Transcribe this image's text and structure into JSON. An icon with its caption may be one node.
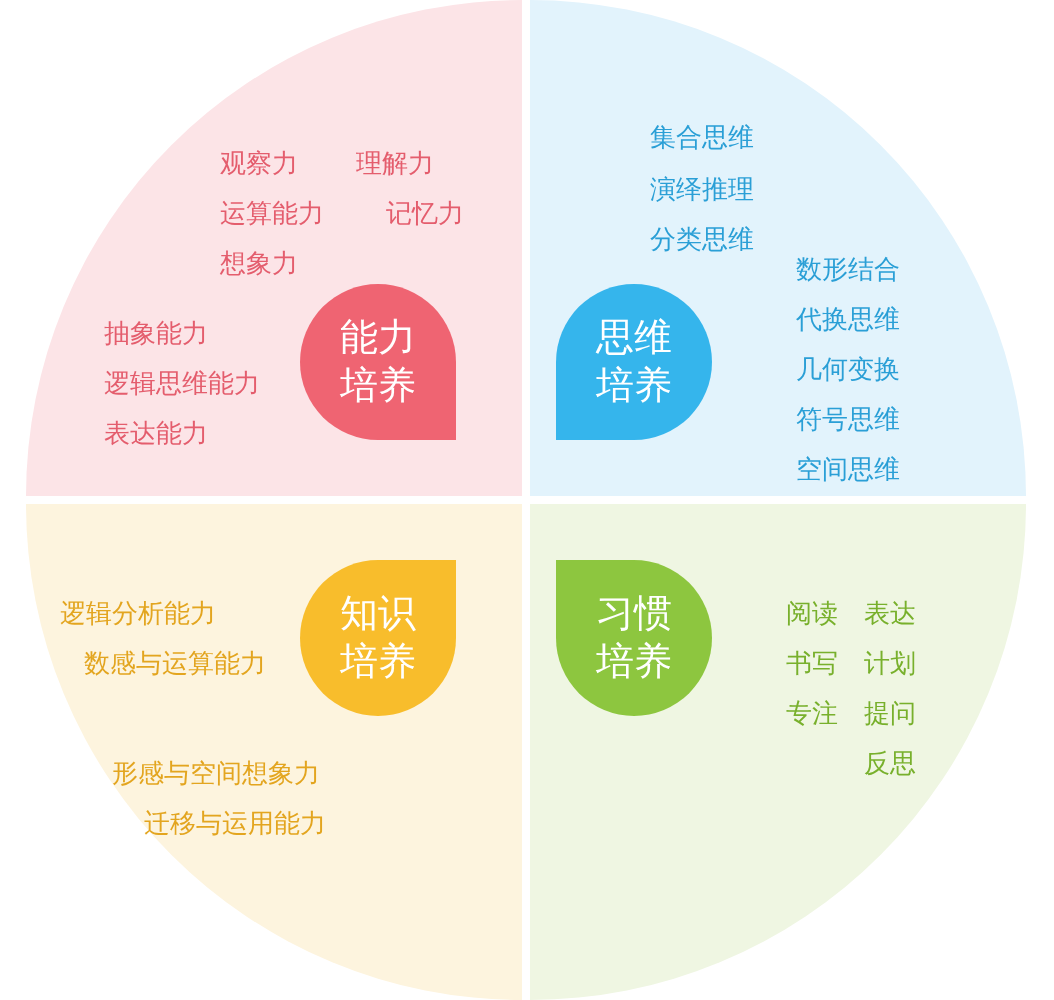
{
  "diagram": {
    "nodes": [
      {
        "text": [
          "观察力",
          "理解力",
          "运算能力",
          "记忆力",
          "想象力",
          "抽象能力",
          "逻辑思维能力",
          "表达能力"
        ]
      },
      {
        "text": [
          "能力培养"
        ],
        "in": 0
      },
      {
        "text": [
          "集合思维",
          "演绎推理",
          "分类思维",
          "数形结合",
          "代换思维",
          "几何变换",
          "符号思维",
          "空间思维"
        ]
      },
      {
        "text": [
          "思维培养"
        ],
        "in": 2
      },
      {
        "text": [
          "逻辑分析能力",
          "数感与运算能力",
          "形感与空间想象力",
          "迁移与运用能力"
        ]
      },
      {
        "text": [
          "知识培养"
        ],
        "in": 4
      },
      {
        "text": [
          "阅读",
          "表达",
          "书写",
          "计划",
          "专注",
          "提问",
          "反思"
        ]
      },
      {
        "text": [
          "习惯培养"
        ],
        "in": 6
      }
    ]
  }
}
